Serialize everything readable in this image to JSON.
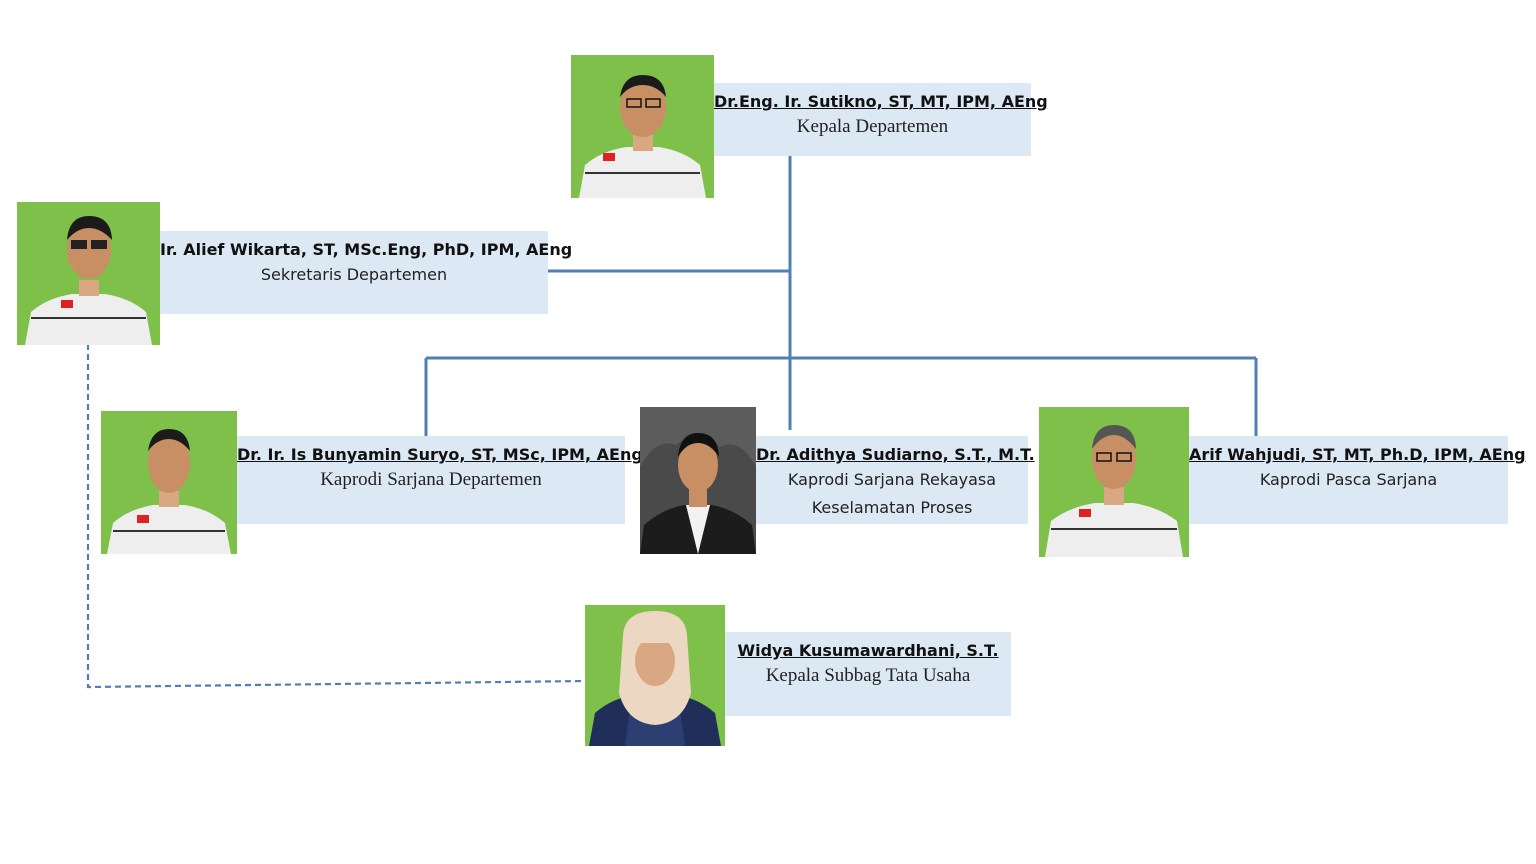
{
  "colors": {
    "connector": "#4f7fb3",
    "card_bg": "#dce8f4",
    "photo_bg_green": "#7fc04a",
    "photo_bg_gray": "#4a4a4a"
  },
  "people": {
    "head": {
      "name": "Dr.Eng. Ir. Sutikno, ST, MT, IPM, AEng",
      "role": "Kepala Departemen"
    },
    "secretary": {
      "name": "Ir. Alief Wikarta, ST, MSc.Eng, PhD, IPM, AEng",
      "role": "Sekretaris Departemen"
    },
    "kaprodi_sarjana": {
      "name": "Dr. Ir. Is Bunyamin Suryo, ST, MSc, IPM, AEng",
      "role": "Kaprodi Sarjana Departemen"
    },
    "kaprodi_rekayasa": {
      "name": "Dr. Adithya Sudiarno, S.T., M.T.",
      "role_line1": "Kaprodi Sarjana Rekayasa",
      "role_line2": "Keselamatan Proses"
    },
    "kaprodi_pasca": {
      "name": "Arif Wahjudi, ST, MT, Ph.D, IPM, AEng",
      "role": "Kaprodi Pasca Sarjana"
    },
    "kasubbag": {
      "name": "Widya Kusumawardhani, S.T.",
      "role": "Kepala Subbag Tata Usaha"
    }
  }
}
